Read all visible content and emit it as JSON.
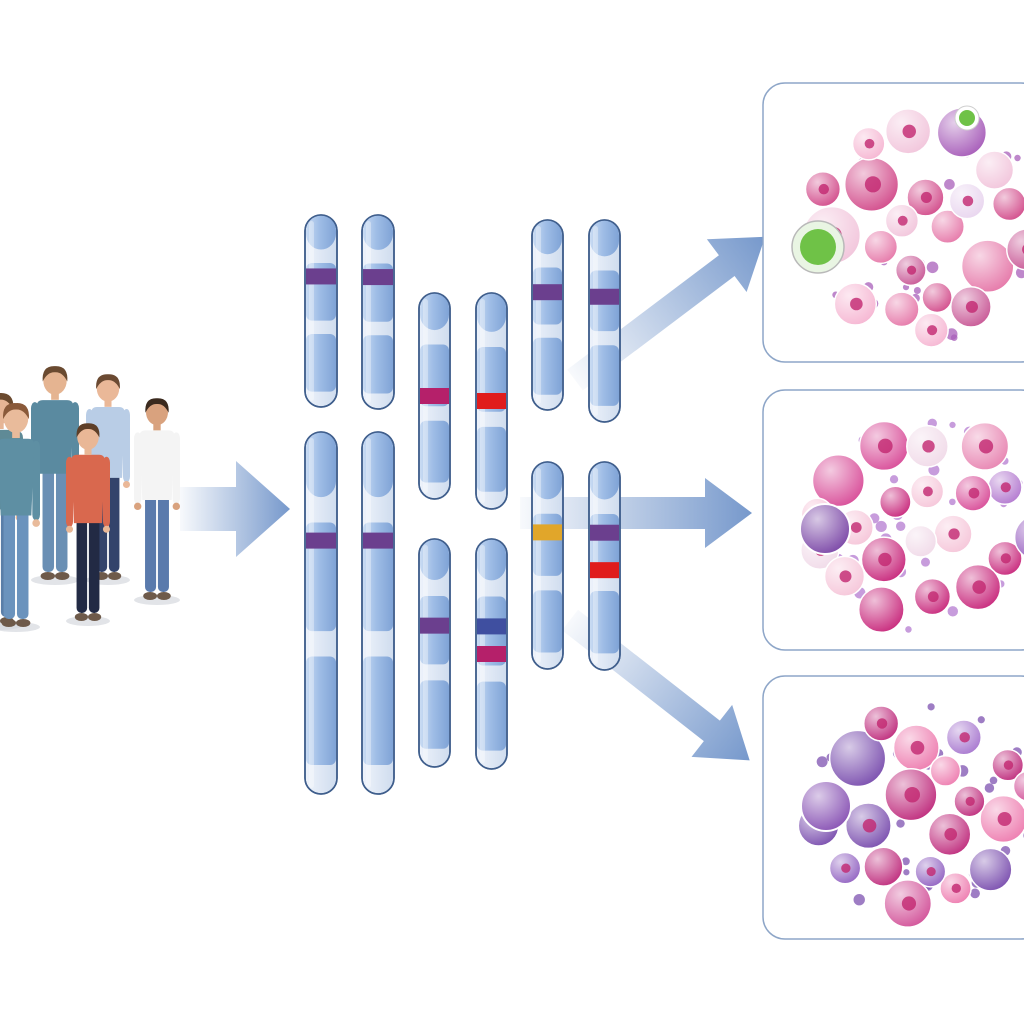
{
  "population": {
    "people": [
      {
        "role": "partial-person",
        "shirt": "#5f8a96",
        "pants": "#5a7ea8",
        "skin": "#e6b595",
        "hair": "#6b4a2f"
      },
      {
        "role": "man-left",
        "shirt": "#5e8fa3",
        "pants": "#6b93bd",
        "skin": "#e9bb9b",
        "hair": "#8a5a3a"
      },
      {
        "role": "man-back",
        "shirt": "#5a8aa0",
        "pants": "#6a8fb4",
        "skin": "#e5b491",
        "hair": "#6a4a30"
      },
      {
        "role": "woman-back",
        "shirt": "#b9cde6",
        "pants": "#33436b",
        "skin": "#eab898",
        "hair": "#6b4a32"
      },
      {
        "role": "woman-front",
        "shirt": "#d9684e",
        "pants": "#222a44",
        "skin": "#e9b796",
        "hair": "#5e3f28"
      },
      {
        "role": "woman-right",
        "shirt": "#f4f4f4",
        "pants": "#5a7aac",
        "skin": "#d9a27e",
        "hair": "#3b2a1e"
      }
    ]
  },
  "colors": {
    "arrow": "#6f93c9",
    "chromosome_fill": "#a9c4ea",
    "chromosome_outline": "#3f5e8c",
    "panel_border": "#8ea6c8",
    "band_purple": "#6b3f8e",
    "band_magenta": "#b5206a",
    "band_red": "#e01c1c",
    "band_yellow": "#e1a62a"
  },
  "chromosomes": [
    {
      "bands": [
        {
          "pos": 0.32,
          "color": "#6b3f8e"
        }
      ]
    },
    {
      "bands": [
        {
          "pos": 0.32,
          "color": "#6b3f8e"
        }
      ]
    },
    {
      "bands": [
        {
          "pos": 0.5,
          "color": "#b5206a"
        }
      ]
    },
    {
      "bands": [
        {
          "pos": 0.5,
          "color": "#e01c1c"
        }
      ]
    },
    {
      "bands": [
        {
          "pos": 0.38,
          "color": "#6b3f8e"
        }
      ]
    },
    {
      "bands": [
        {
          "pos": 0.38,
          "color": "#6b3f8e"
        }
      ]
    },
    {
      "bands": [
        {
          "pos": 0.3,
          "color": "#6b3f8e"
        }
      ]
    },
    {
      "bands": [
        {
          "pos": 0.3,
          "color": "#6b3f8e"
        }
      ]
    },
    {
      "bands": [
        {
          "pos": 0.38,
          "color": "#6b3f8e"
        }
      ]
    },
    {
      "bands": [
        {
          "pos": 0.38,
          "color": "#3f4fa0"
        },
        {
          "pos": 0.5,
          "color": "#b5206a"
        }
      ]
    },
    {
      "bands": [
        {
          "pos": 0.34,
          "color": "#e1a62a"
        }
      ]
    },
    {
      "bands": [
        {
          "pos": 0.34,
          "color": "#6b3f8e"
        },
        {
          "pos": 0.52,
          "color": "#e01c1c"
        }
      ]
    }
  ],
  "tissue_panels": [
    {
      "theme": "mixed-with-green",
      "accent": "#6fc247"
    },
    {
      "theme": "pink-purple",
      "accent": "#7d4aa8"
    },
    {
      "theme": "dense-purple",
      "accent": "#8a55b5"
    }
  ]
}
